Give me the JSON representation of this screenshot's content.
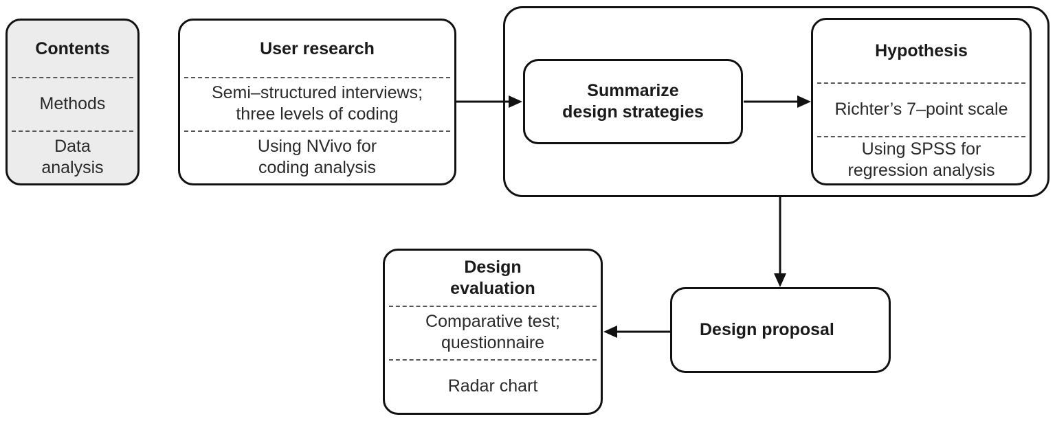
{
  "contents": {
    "title": "Contents",
    "row1": "Methods",
    "row2_line1": "Data",
    "row2_line2": "analysis"
  },
  "user_research": {
    "title": "User research",
    "method_line1": "Semi–structured interviews;",
    "method_line2": "three levels of coding",
    "analysis_line1": "Using NVivo for",
    "analysis_line2": "coding analysis"
  },
  "summarize": {
    "title_line1": "Summarize",
    "title_line2": "design strategies"
  },
  "hypothesis": {
    "title": "Hypothesis",
    "method": "Richter’s 7–point scale",
    "analysis_line1": "Using SPSS for",
    "analysis_line2": "regression analysis"
  },
  "design_proposal": {
    "title": "Design proposal"
  },
  "design_evaluation": {
    "title_line1": "Design",
    "title_line2": "evaluation",
    "method_line1": "Comparative test;",
    "method_line2": "questionnaire",
    "analysis": "Radar chart"
  },
  "colors": {
    "stroke": "#111111",
    "legend_fill": "#ececec",
    "divider": "#555555"
  }
}
